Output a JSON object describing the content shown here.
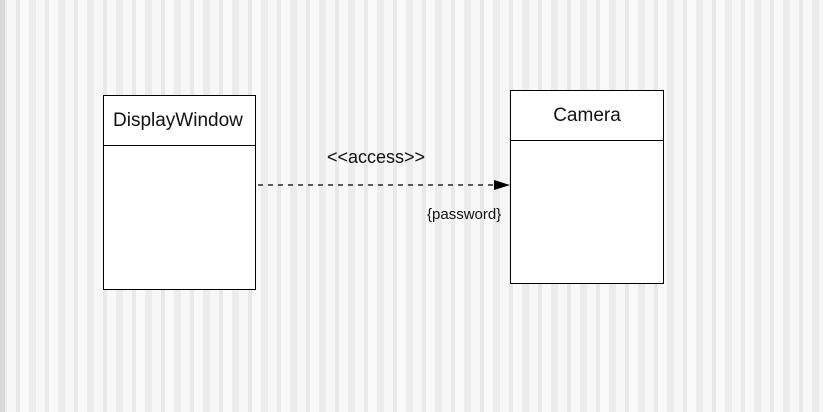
{
  "diagram": {
    "classes": [
      {
        "name": "DisplayWindow"
      },
      {
        "name": "Camera"
      }
    ],
    "dependency": {
      "from": "DisplayWindow",
      "to": "Camera",
      "stereotype": "<<access>>",
      "constraint": "{password}",
      "line_style": "dashed",
      "arrowhead": "filled"
    }
  },
  "colors": {
    "background": "#f2f2f2",
    "box_fill": "#ffffff",
    "line": "#000000"
  }
}
